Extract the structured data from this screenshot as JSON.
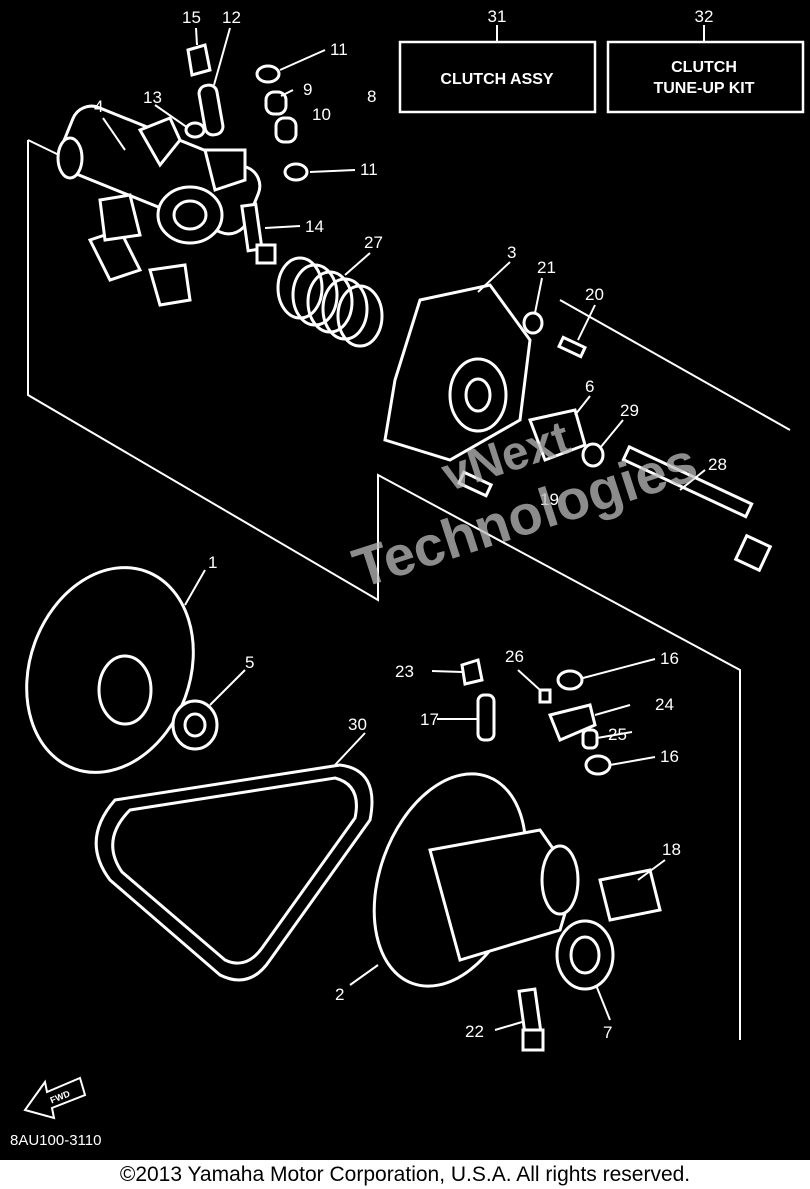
{
  "diagram": {
    "code": "8AU100-3110",
    "fwd_label": "FWD",
    "boxes": [
      {
        "number": "31",
        "lines": [
          "CLUTCH ASSY"
        ]
      },
      {
        "number": "32",
        "lines": [
          "CLUTCH",
          "TUNE-UP KIT"
        ]
      }
    ],
    "part_numbers": [
      "1",
      "2",
      "3",
      "4",
      "5",
      "6",
      "7",
      "8",
      "9",
      "10",
      "11",
      "11",
      "12",
      "13",
      "14",
      "15",
      "16",
      "16",
      "17",
      "18",
      "19",
      "20",
      "21",
      "22",
      "23",
      "24",
      "25",
      "26",
      "27",
      "28",
      "29",
      "30"
    ],
    "watermark": [
      "vNext",
      "Technologies"
    ]
  },
  "footer": {
    "copyright": "©2013 Yamaha Motor Corporation, U.S.A. All rights reserved."
  }
}
